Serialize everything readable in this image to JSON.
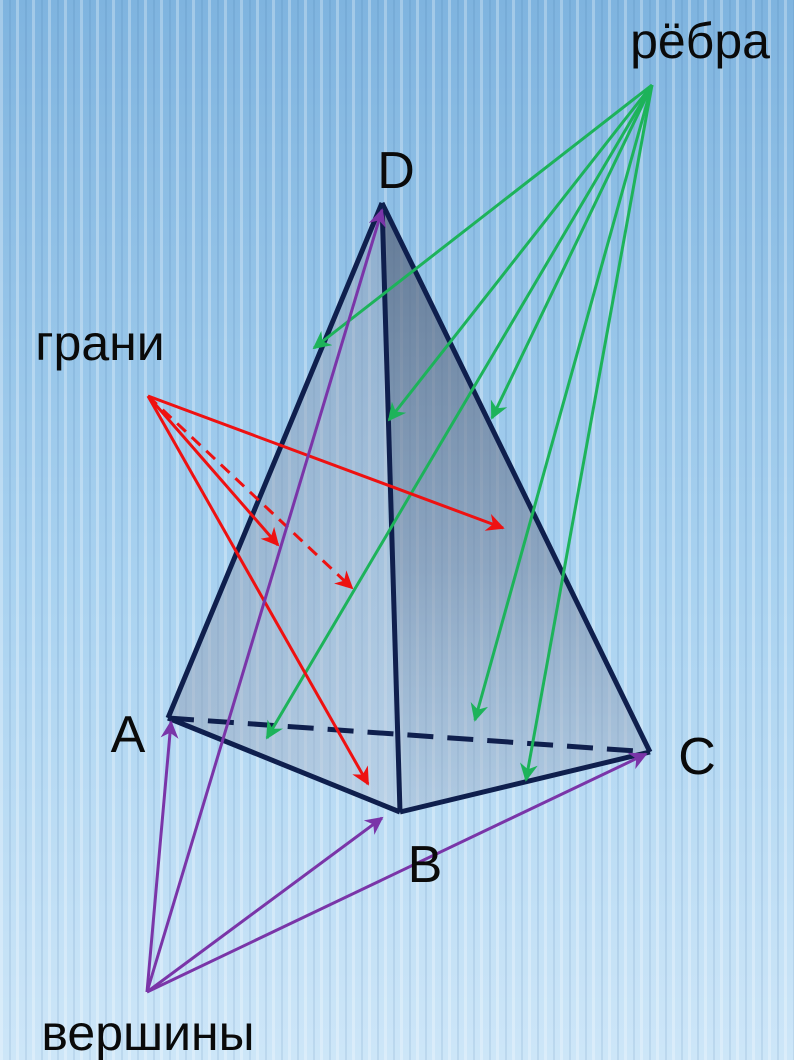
{
  "labels": {
    "edges": "рёбра",
    "faces": "грани",
    "vertices": "вершины",
    "vertex_a": "A",
    "vertex_b": "B",
    "vertex_c": "C",
    "vertex_d": "D"
  },
  "colors": {
    "edge_arrows": "#1db35a",
    "face_arrows": "#ee1111",
    "vertex_arrows": "#7a35a8",
    "pyramid_edges": "#0f1f4d",
    "text": "#0a0a0a"
  }
}
